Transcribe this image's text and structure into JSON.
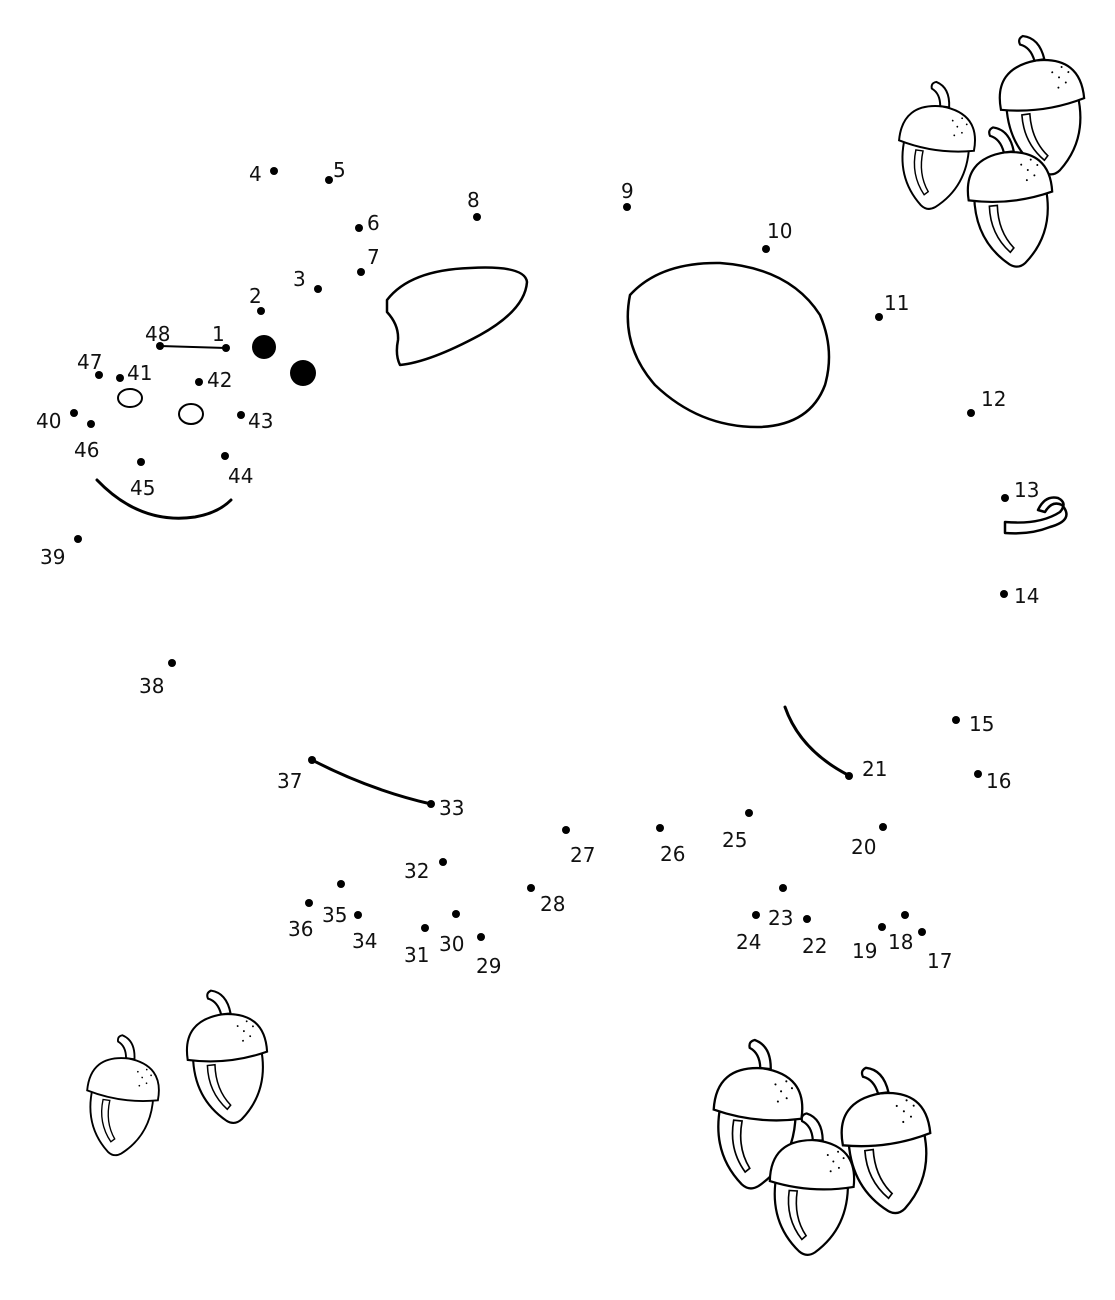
{
  "worksheet": {
    "dots": [
      {
        "n": "1"
      },
      {
        "n": "2"
      },
      {
        "n": "3"
      },
      {
        "n": "4"
      },
      {
        "n": "5"
      },
      {
        "n": "6"
      },
      {
        "n": "7"
      },
      {
        "n": "8"
      },
      {
        "n": "9"
      },
      {
        "n": "10"
      },
      {
        "n": "11"
      },
      {
        "n": "12"
      },
      {
        "n": "13"
      },
      {
        "n": "14"
      },
      {
        "n": "15"
      },
      {
        "n": "16"
      },
      {
        "n": "17"
      },
      {
        "n": "18"
      },
      {
        "n": "19"
      },
      {
        "n": "20"
      },
      {
        "n": "21"
      },
      {
        "n": "22"
      },
      {
        "n": "23"
      },
      {
        "n": "24"
      },
      {
        "n": "25"
      },
      {
        "n": "26"
      },
      {
        "n": "27"
      },
      {
        "n": "28"
      },
      {
        "n": "29"
      },
      {
        "n": "30"
      },
      {
        "n": "31"
      },
      {
        "n": "32"
      },
      {
        "n": "33"
      },
      {
        "n": "34"
      },
      {
        "n": "35"
      },
      {
        "n": "36"
      },
      {
        "n": "37"
      },
      {
        "n": "38"
      },
      {
        "n": "39"
      },
      {
        "n": "40"
      },
      {
        "n": "41"
      },
      {
        "n": "42"
      },
      {
        "n": "43"
      },
      {
        "n": "44"
      },
      {
        "n": "45"
      },
      {
        "n": "46"
      },
      {
        "n": "47"
      },
      {
        "n": "48"
      }
    ],
    "decorations": [
      "acorn-icon",
      "acorn-icon",
      "acorn-icon",
      "acorn-icon",
      "acorn-icon",
      "acorn-icon",
      "acorn-icon",
      "acorn-icon",
      "acorn-icon"
    ]
  }
}
